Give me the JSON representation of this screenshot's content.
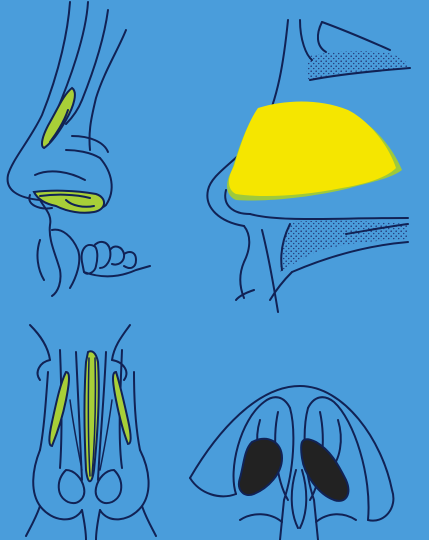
{
  "colors": {
    "background": "#4a9ddb",
    "line": "#112255",
    "cartilage": "#a8cf38",
    "cavity": "#f5e600",
    "cavity_rim": "#9ec93c",
    "nostril": "#222222",
    "stipple": "#243a7a"
  },
  "panels": [
    {
      "icon": "nose-profile-cartilage-icon",
      "position": "top-left"
    },
    {
      "icon": "nasal-cavity-section-icon",
      "position": "top-right"
    },
    {
      "icon": "nose-frontal-cartilage-icon",
      "position": "bottom-left"
    },
    {
      "icon": "nose-base-nostrils-icon",
      "position": "bottom-right"
    }
  ]
}
